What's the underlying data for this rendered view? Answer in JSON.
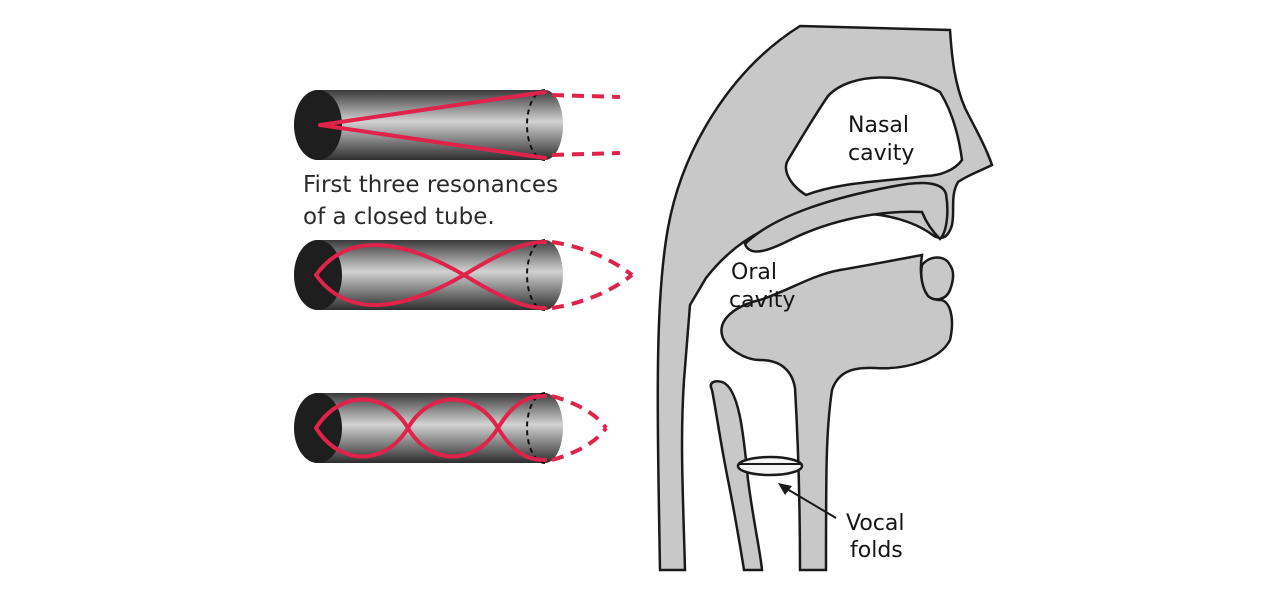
{
  "caption": {
    "line1": "First three resonances",
    "line2": "of a closed tube."
  },
  "labels": {
    "nasal_line1": "Nasal",
    "nasal_line2": "cavity",
    "oral_line1": "Oral",
    "oral_line2": "cavity",
    "vocal_line1": "Vocal",
    "vocal_line2": "folds"
  },
  "colors": {
    "wave": "#e0234a",
    "tissue": "#c8c8c8",
    "outline": "#1a1a1a"
  },
  "tubes": [
    {
      "resonance": 1
    },
    {
      "resonance": 3
    },
    {
      "resonance": 5
    }
  ]
}
